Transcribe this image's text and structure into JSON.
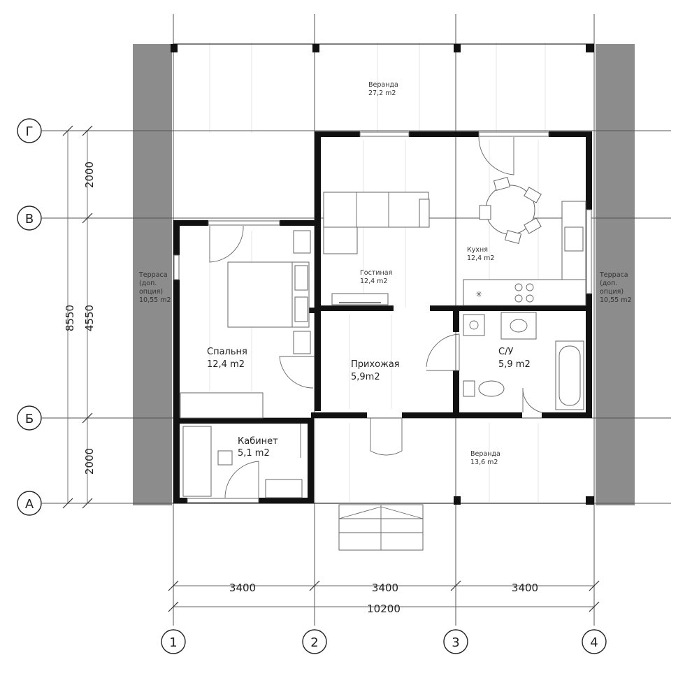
{
  "axes": {
    "rows": [
      {
        "id": "row-g",
        "label": "Г"
      },
      {
        "id": "row-v",
        "label": "В"
      },
      {
        "id": "row-b",
        "label": "Б"
      },
      {
        "id": "row-a",
        "label": "А"
      }
    ],
    "columns": [
      {
        "id": "col-1",
        "label": "1"
      },
      {
        "id": "col-2",
        "label": "2"
      },
      {
        "id": "col-3",
        "label": "3"
      },
      {
        "id": "col-4",
        "label": "4"
      }
    ]
  },
  "dimensions": {
    "horizontal": [
      "3400",
      "3400",
      "3400"
    ],
    "total_horizontal": "10200",
    "vertical": [
      "2000",
      "4550",
      "2000"
    ],
    "total_vertical": "8550"
  },
  "rooms": {
    "veranda_top": {
      "name": "Веранда",
      "area": "27,2 m2"
    },
    "living": {
      "name": "Гостиная",
      "area": "12,4 m2"
    },
    "kitchen": {
      "name": "Кухня",
      "area": "12,4 m2"
    },
    "bedroom": {
      "name": "Спальня",
      "area": "12,4 m2"
    },
    "hall": {
      "name": "Прихожая",
      "area": "5,9m2"
    },
    "bathroom": {
      "name": "С/У",
      "area": "5,9 m2"
    },
    "office": {
      "name": "Кабинет",
      "area": "5,1 m2"
    },
    "veranda_bottom": {
      "name": "Веранда",
      "area": "13,6 m2"
    },
    "terrace_left": {
      "line1": "Терраса",
      "line2": "(доп.",
      "line3": "опция)",
      "area": "10,55 m2"
    },
    "terrace_right": {
      "line1": "Терраса",
      "line2": "(доп.",
      "line3": "опция)",
      "area": "10,55 m2"
    }
  }
}
